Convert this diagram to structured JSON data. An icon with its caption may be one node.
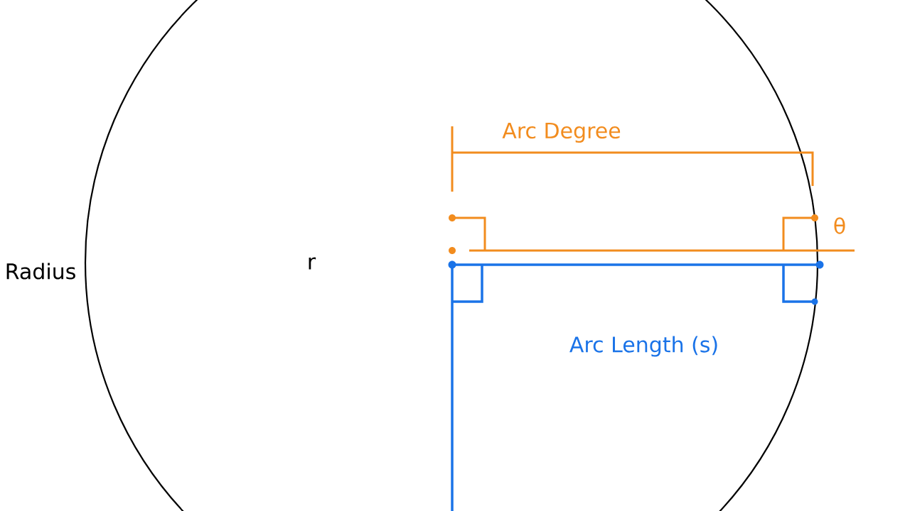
{
  "diagram": {
    "labels": [
      "Radius",
      "r",
      "Arc Degree",
      "θ",
      "Arc Length (s)"
    ]
  }
}
